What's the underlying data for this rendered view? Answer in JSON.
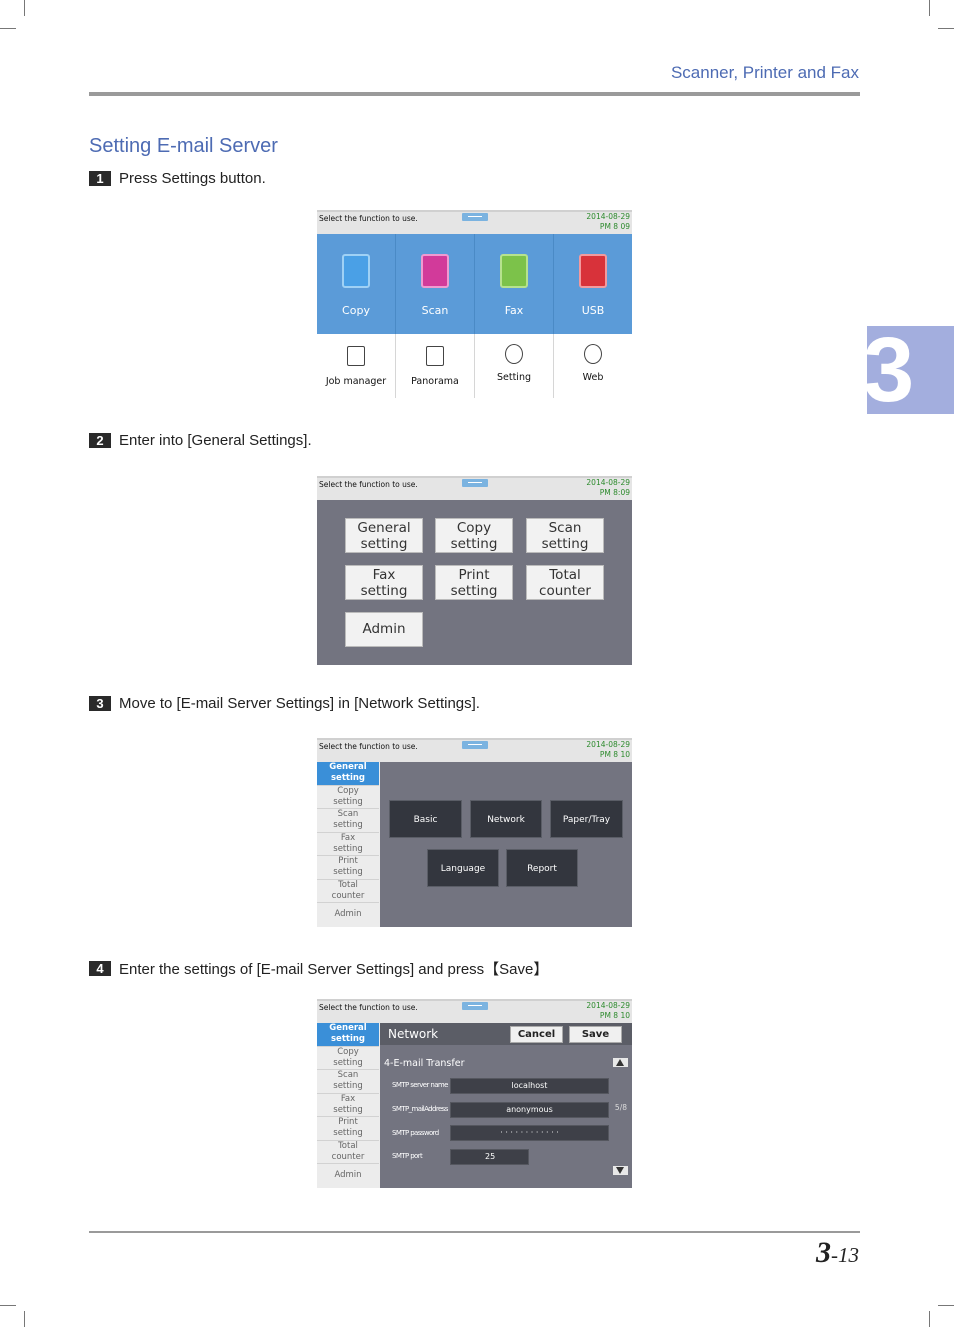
{
  "header": {
    "title": "Scanner, Printer and Fax"
  },
  "chapter_tab": {
    "number": "3"
  },
  "section": {
    "title": "Setting E-mail Server"
  },
  "steps": [
    {
      "num": "1",
      "text": "Press Settings button."
    },
    {
      "num": "2",
      "text": "Enter into [General Settings]."
    },
    {
      "num": "3",
      "text": "Move to [E-mail Server Settings] in [Network Settings]."
    },
    {
      "num": "4",
      "text": "Enter the settings of [E-mail Server Settings] and press【Save】"
    }
  ],
  "screens": {
    "s1": {
      "status": "Select the function to use.",
      "date": "2014-08-29",
      "time": "PM 8  09",
      "top_items": [
        {
          "label": "Copy",
          "icon": "copy-icon",
          "color": "#4aa0e6"
        },
        {
          "label": "Scan",
          "icon": "scan-icon",
          "color": "#d23a9a"
        },
        {
          "label": "Fax",
          "icon": "fax-icon",
          "color": "#7cc24a"
        },
        {
          "label": "USB",
          "icon": "usb-icon",
          "color": "#d8323a"
        }
      ],
      "bottom_items": [
        {
          "label": "Job manager",
          "icon": "clipboard-icon"
        },
        {
          "label": "Panorama",
          "icon": "document-stack-icon"
        },
        {
          "label": "Setting",
          "icon": "gear-icon"
        },
        {
          "label": "Web",
          "icon": "globe-icon"
        }
      ]
    },
    "s2": {
      "status": "Select the function to use.",
      "date": "2014-08-29",
      "time": "PM 8:09",
      "buttons": [
        {
          "line1": "General",
          "line2": "setting"
        },
        {
          "line1": "Copy",
          "line2": "setting"
        },
        {
          "line1": "Scan",
          "line2": "setting"
        },
        {
          "line1": "Fax",
          "line2": "setting"
        },
        {
          "line1": "Print",
          "line2": "setting"
        },
        {
          "line1": "Total",
          "line2": "counter"
        },
        {
          "line1": "Admin",
          "line2": ""
        }
      ]
    },
    "s3": {
      "status": "Select the function to use.",
      "date": "2014-08-29",
      "time": "PM 8  10",
      "side": [
        {
          "line1": "General",
          "line2": "setting"
        },
        {
          "line1": "Copy",
          "line2": "setting"
        },
        {
          "line1": "Scan",
          "line2": "setting"
        },
        {
          "line1": "Fax",
          "line2": "setting"
        },
        {
          "line1": "Print",
          "line2": "setting"
        },
        {
          "line1": "Total",
          "line2": "counter"
        },
        {
          "line1": "Admin",
          "line2": ""
        }
      ],
      "buttons": [
        "Basic",
        "Network",
        "Paper/Tray",
        "Language",
        "Report"
      ]
    },
    "s4": {
      "status": "Select the function to use.",
      "date": "2014-08-29",
      "time": "PM 8  10",
      "title": "Network",
      "cancel": "Cancel",
      "save": "Save",
      "group": "4-E-mail Transfer",
      "page": "5/8",
      "fields": [
        {
          "label": "SMTP server name",
          "value": "localhost"
        },
        {
          "label": "SMTP_mailAddress",
          "value": "anonymous"
        },
        {
          "label": "SMTP password",
          "value": "· · · · · · · · · · · ·"
        },
        {
          "label": "SMTP port",
          "value": "25"
        }
      ]
    }
  },
  "footer": {
    "page_major": "3",
    "page_minor": "-13"
  }
}
